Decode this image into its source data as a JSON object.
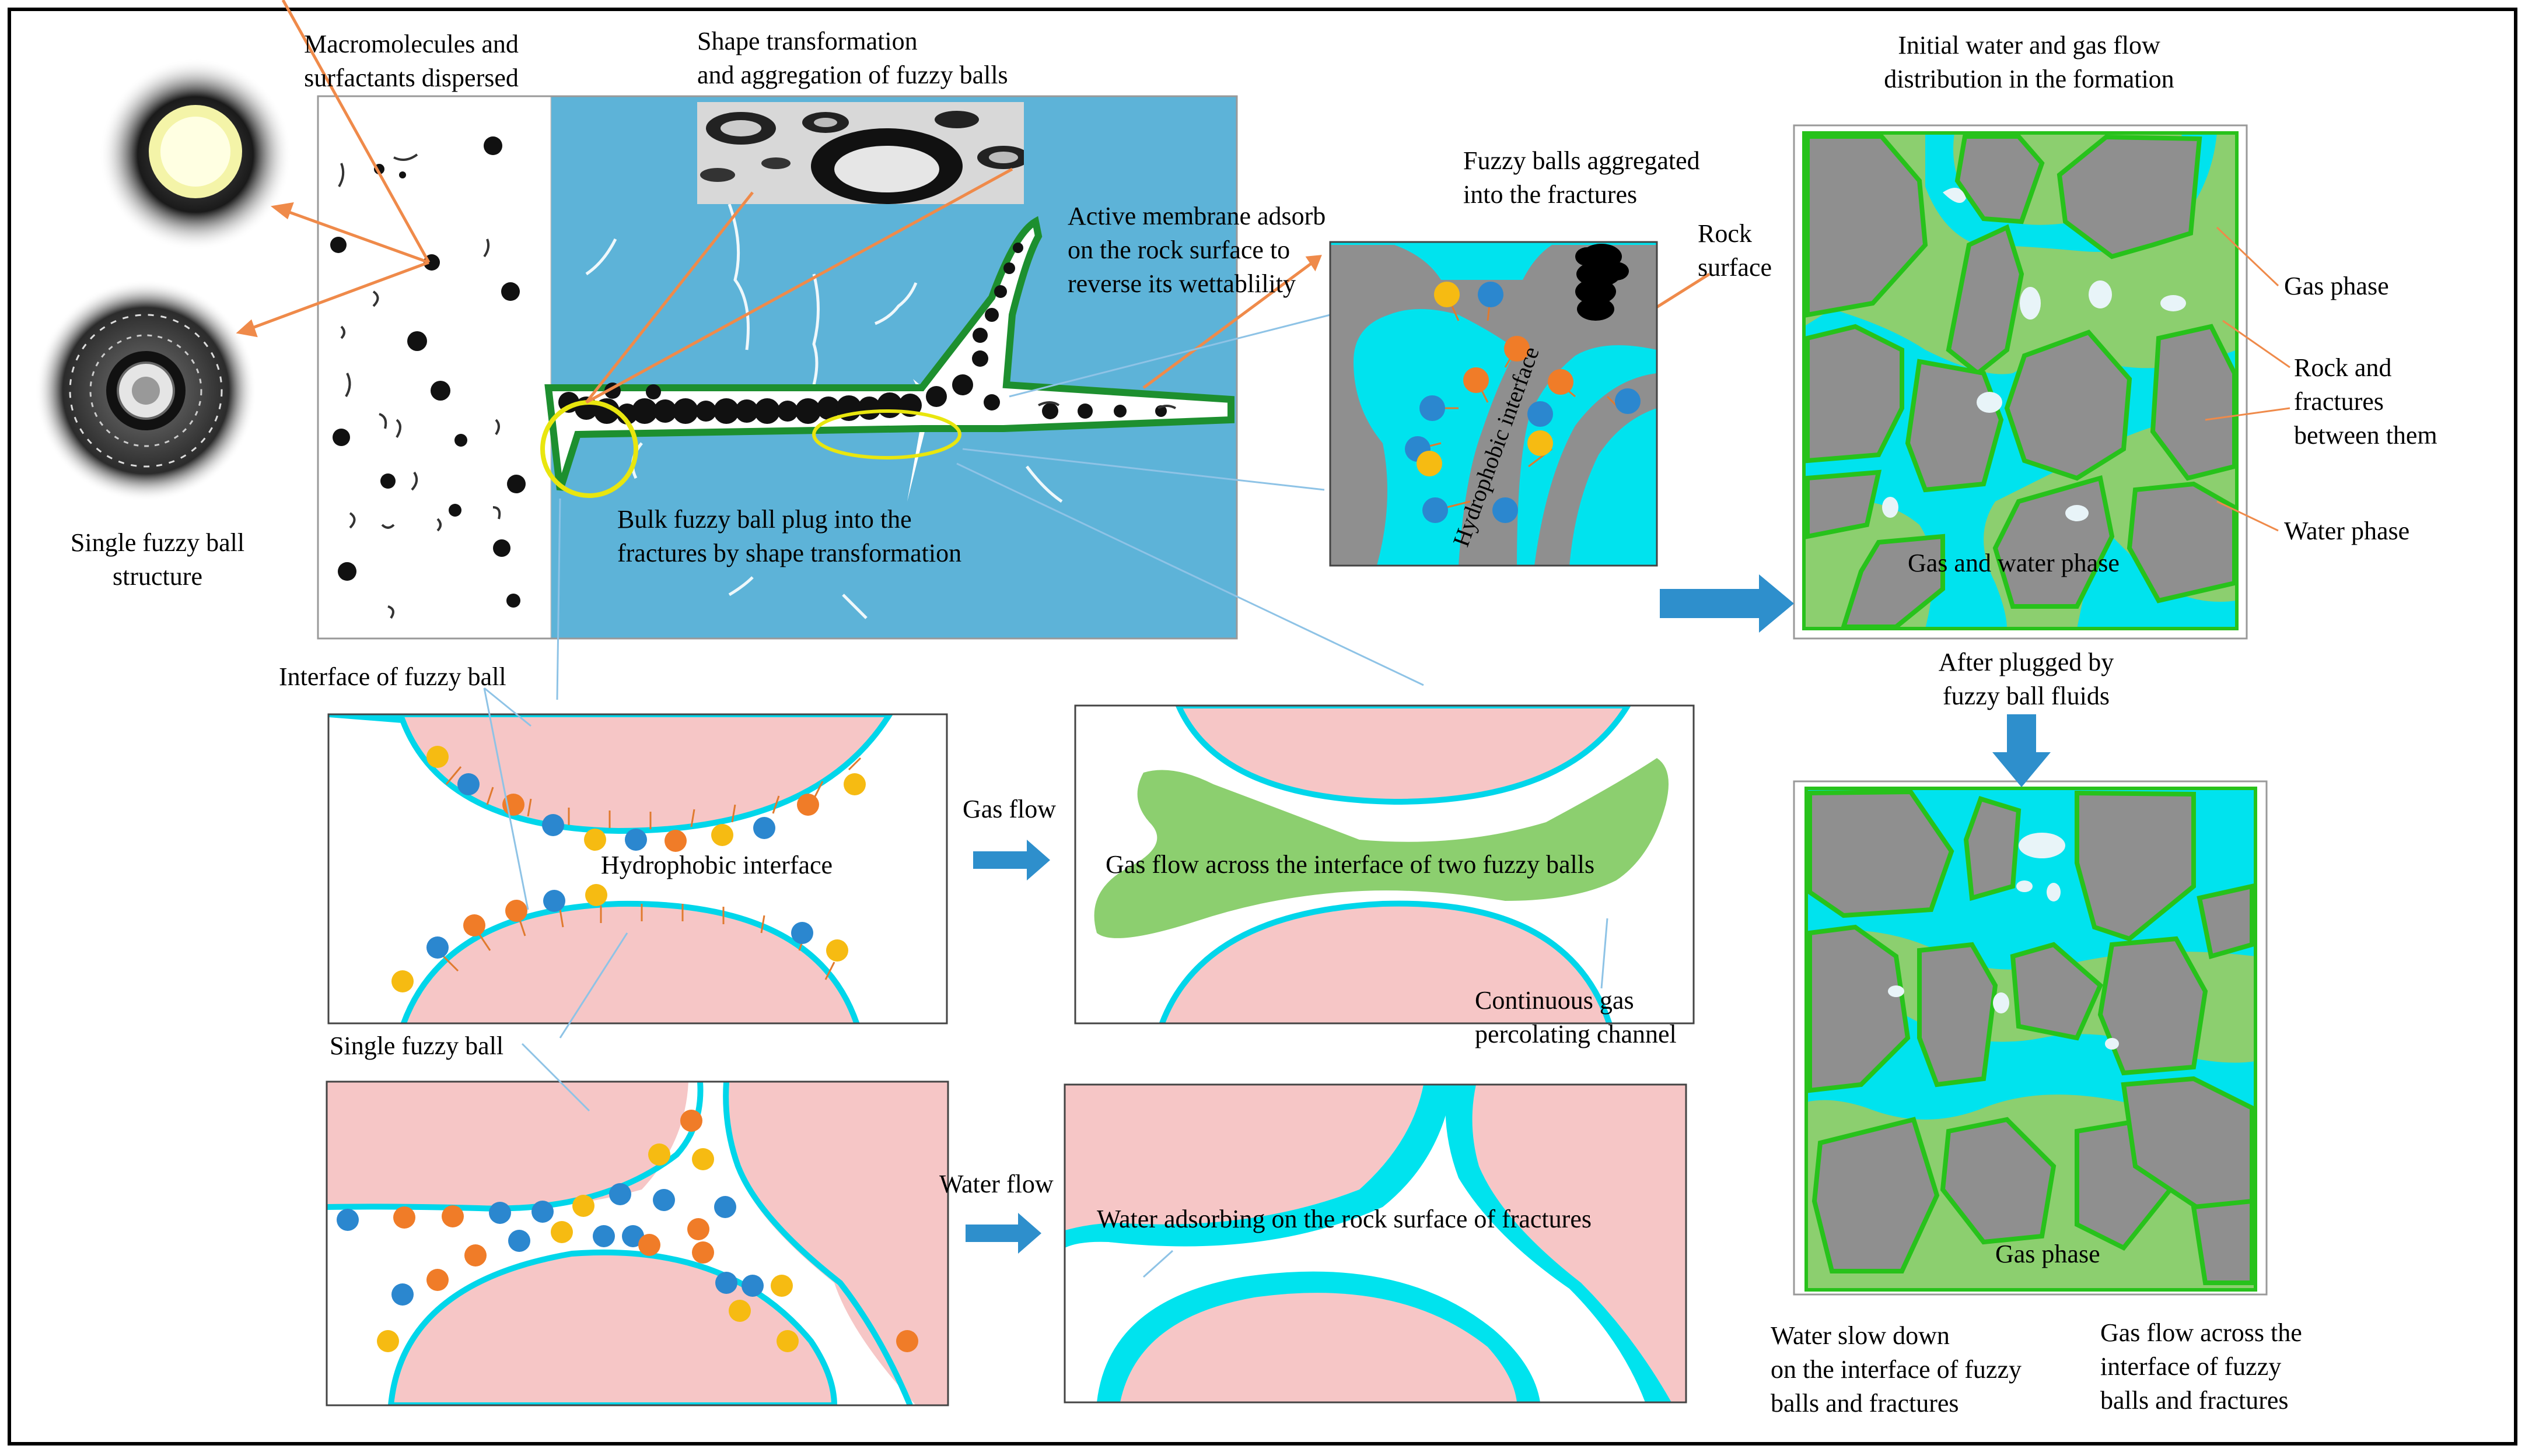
{
  "colors": {
    "water": "#00e3ee",
    "bluePanel": "#5db3d8",
    "rock": "#8f8f8f",
    "gas": "#8ccf6f",
    "rockEdge": "#27c21b",
    "pink": "#f6c6c6",
    "orangeDot": "#f07c28",
    "yellowDot": "#f6bb12",
    "blueDot": "#2b87cf",
    "arrow": "#2e8fcc",
    "leader": "#ef8a4a",
    "callout": "#e9e60e"
  },
  "labels": {
    "macro1": "Macromolecules and",
    "macro2": "surfactants dispersed",
    "shape1": "Shape transformation",
    "shape2": "and aggregation  of fuzzy balls",
    "single1": "Single fuzzy ball",
    "single2": "structure",
    "active1": "Active membrane adsorb",
    "active2": "on the rock surface to",
    "active3": "reverse its wettablility",
    "aggr1": "Fuzzy balls aggregated",
    "aggr2": "into the fractures",
    "rock1": "Rock",
    "rock2": "surface",
    "hydroInterface": "Hydrophobic interface",
    "bulk1": "Bulk fuzzy ball plug into the",
    "bulk2": "fractures by shape transformation",
    "init1": "Initial water and gas flow",
    "init2": "distribution in the formation",
    "gasPhase": "Gas phase",
    "rockFrac1": "Rock and",
    "rockFrac2": "fractures",
    "rockFrac3": "between them",
    "waterPhase": "Water phase",
    "gasWater": "Gas and water phase",
    "after1": "After plugged by",
    "after2": "fuzzy ball fluids",
    "interfaceOf": "Interface of  fuzzy ball",
    "hydrophobic": "Hydrophobic interface",
    "gasFlow": "Gas flow",
    "gasAcross": "Gas flow across the interface of two fuzzy balls",
    "cont1": "Continuous gas",
    "cont2": "percolating channel",
    "singleBall": "Single fuzzy ball",
    "waterFlow": "Water flow",
    "waterAdsorb": "Water adsorbing on the rock surface of fractures",
    "gasPhase2": "Gas phase",
    "slow1": "Water slow down",
    "slow2": "on the interface of fuzzy",
    "slow3": "balls and fractures",
    "gasAcr1": "Gas flow across the",
    "gasAcr2": "interface of fuzzy",
    "gasAcr3": "balls and fractures"
  }
}
